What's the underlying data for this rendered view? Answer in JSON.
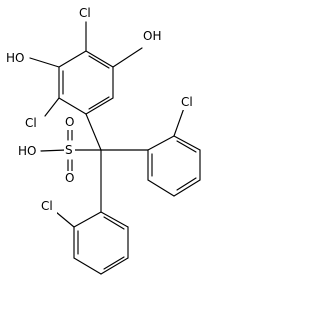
{
  "structure": {
    "atom_labels": {
      "cl_top": "Cl",
      "ho_left": "HO",
      "oh_right": "OH",
      "cl_ring_lower_left": "Cl",
      "cl_right_phenyl": "Cl",
      "sulfonic_ho": "HO",
      "sulfur": "S",
      "oxo_upper": "O",
      "oxo_lower": "O",
      "cl_bottom_phenyl": "Cl"
    }
  }
}
